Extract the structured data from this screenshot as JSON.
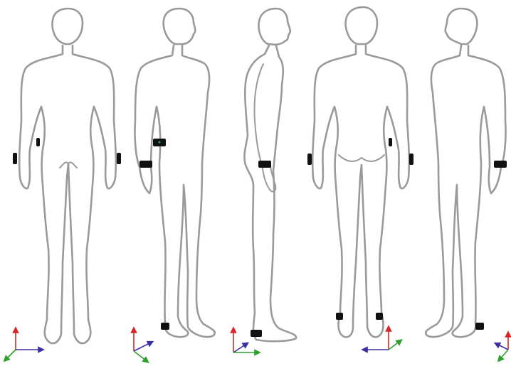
{
  "figure": {
    "views": [
      {
        "id": "front",
        "facing": "front"
      },
      {
        "id": "left-oblique",
        "facing": "three-quarter-left"
      },
      {
        "id": "left-side",
        "facing": "side"
      },
      {
        "id": "back",
        "facing": "back"
      },
      {
        "id": "right-oblique",
        "facing": "three-quarter-right"
      }
    ],
    "sensor_locations": [
      "left-wrist",
      "right-wrist",
      "waist",
      "ankle"
    ],
    "axis_colors": {
      "vertical": "#d62728",
      "horizontal": "#3b2fa3",
      "depth": "#2ca02c"
    },
    "outline_color": "#9a9a9a",
    "sensor_color": "#111111"
  }
}
